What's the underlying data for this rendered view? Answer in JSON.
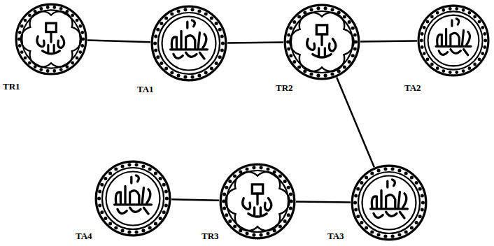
{
  "diagram": {
    "nodes": [
      {
        "text": [
          "TR1"
        ]
      },
      {
        "text": [
          "TA1"
        ]
      },
      {
        "text": [
          "TR2"
        ]
      },
      {
        "text": [
          "TA2"
        ]
      },
      {
        "text": [
          "TA4"
        ]
      },
      {
        "text": [
          "TR3"
        ]
      },
      {
        "text": [
          "TA3"
        ]
      }
    ],
    "edges": [
      {
        "from": 0,
        "to": 1,
        "arrow": "none"
      },
      {
        "from": 1,
        "to": 2,
        "arrow": "none"
      },
      {
        "from": 2,
        "to": 3,
        "arrow": "none"
      },
      {
        "from": 2,
        "to": 6,
        "arrow": "none"
      },
      {
        "from": 6,
        "to": 5,
        "arrow": "none"
      },
      {
        "from": 5,
        "to": 4,
        "arrow": "none"
      }
    ]
  }
}
